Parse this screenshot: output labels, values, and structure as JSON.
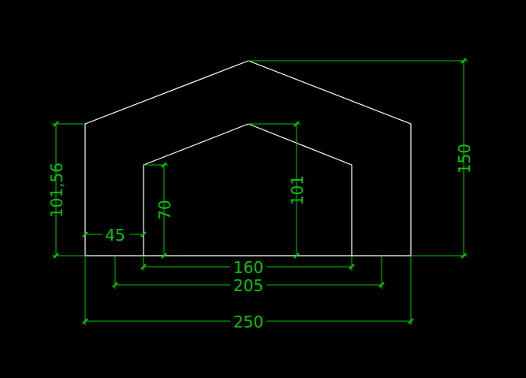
{
  "colors": {
    "background": "#000000",
    "outline": "#ffffff",
    "dimension": "#00c800"
  },
  "dimensions": {
    "overall_width": "250",
    "outer_height": "150",
    "outer_wall_height": "101,56",
    "inner_width": "160",
    "inner_span": "205",
    "inner_offset": "45",
    "inner_wall_height": "70",
    "inner_height": "101"
  }
}
